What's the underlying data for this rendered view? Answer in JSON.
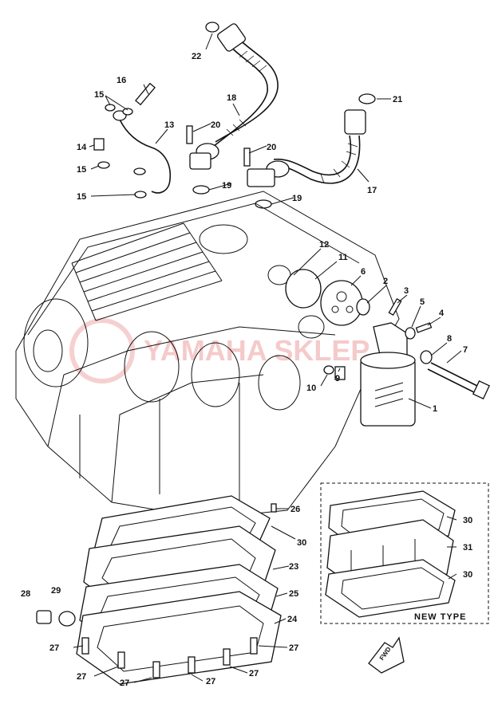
{
  "diagram": {
    "callouts": [
      "1",
      "2",
      "3",
      "4",
      "5",
      "6",
      "7",
      "8",
      "9",
      "10",
      "11",
      "12",
      "13",
      "14",
      "15",
      "16",
      "17",
      "18",
      "19",
      "20",
      "21",
      "22",
      "23",
      "24",
      "25",
      "26",
      "27",
      "28",
      "29",
      "30",
      "31"
    ],
    "new_type_label": "NEW TYPE",
    "fwd_label": "FWD",
    "watermark_text": "YAMAHA SKLEP"
  }
}
